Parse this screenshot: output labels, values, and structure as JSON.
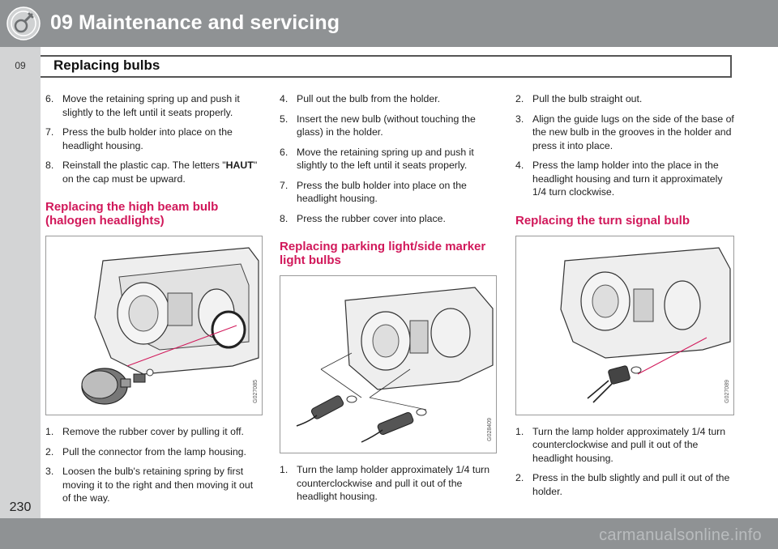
{
  "header": {
    "title": "09 Maintenance and servicing",
    "icon": "wrench-gear-icon"
  },
  "chapter_tab": "09",
  "section_title": "Replacing bulbs",
  "col1": {
    "steps_a": [
      {
        "num": "6.",
        "text": "Move the retaining spring up and push it slightly to the left until it seats properly."
      },
      {
        "num": "7.",
        "text": "Press the bulb holder into place on the headlight housing."
      },
      {
        "num": "8.",
        "text_before": "Reinstall the plastic cap. The letters \"",
        "bold": "HAUT",
        "text_after": "\" on the cap must be upward."
      }
    ],
    "heading": "Replacing the high beam bulb (halogen headlights)",
    "figure_code": "G027085",
    "steps_b": [
      {
        "num": "1.",
        "text": "Remove the rubber cover by pulling it off."
      },
      {
        "num": "2.",
        "text": "Pull the connector from the lamp housing."
      },
      {
        "num": "3.",
        "text": "Loosen the bulb's retaining spring by first moving it to the right and then moving it out of the way."
      }
    ]
  },
  "col2": {
    "steps_a": [
      {
        "num": "4.",
        "text": "Pull out the bulb from the holder."
      },
      {
        "num": "5.",
        "text": "Insert the new bulb (without touching the glass) in the holder."
      },
      {
        "num": "6.",
        "text": "Move the retaining spring up and push it slightly to the left until it seats properly."
      },
      {
        "num": "7.",
        "text": "Press the bulb holder into place on the headlight housing."
      },
      {
        "num": "8.",
        "text": "Press the rubber cover into place."
      }
    ],
    "heading": "Replacing parking light/side marker light bulbs",
    "figure_code": "G028409",
    "steps_b": [
      {
        "num": "1.",
        "text": "Turn the lamp holder approximately 1/4 turn counterclockwise and pull it out of the headlight housing."
      }
    ]
  },
  "col3": {
    "steps_a": [
      {
        "num": "2.",
        "text": "Pull the bulb straight out."
      },
      {
        "num": "3.",
        "text": "Align the guide lugs on the side of the base of the new bulb in the grooves in the holder and press it into place."
      },
      {
        "num": "4.",
        "text": "Press the lamp holder into the place in the headlight housing and turn it approximately 1/4 turn clockwise."
      }
    ],
    "heading": "Replacing the turn signal bulb",
    "figure_code": "G027089",
    "steps_b": [
      {
        "num": "1.",
        "text": "Turn the lamp holder approximately 1/4 turn counterclockwise and pull it out of the headlight housing."
      },
      {
        "num": "2.",
        "text": "Press in the bulb slightly and pull it out of the holder."
      }
    ]
  },
  "page_number": "230",
  "watermark": "carmanualsonline.info",
  "colors": {
    "header_gray": "#8f9294",
    "tab_gray": "#d3d4d5",
    "heading_accent": "#d1185a"
  }
}
